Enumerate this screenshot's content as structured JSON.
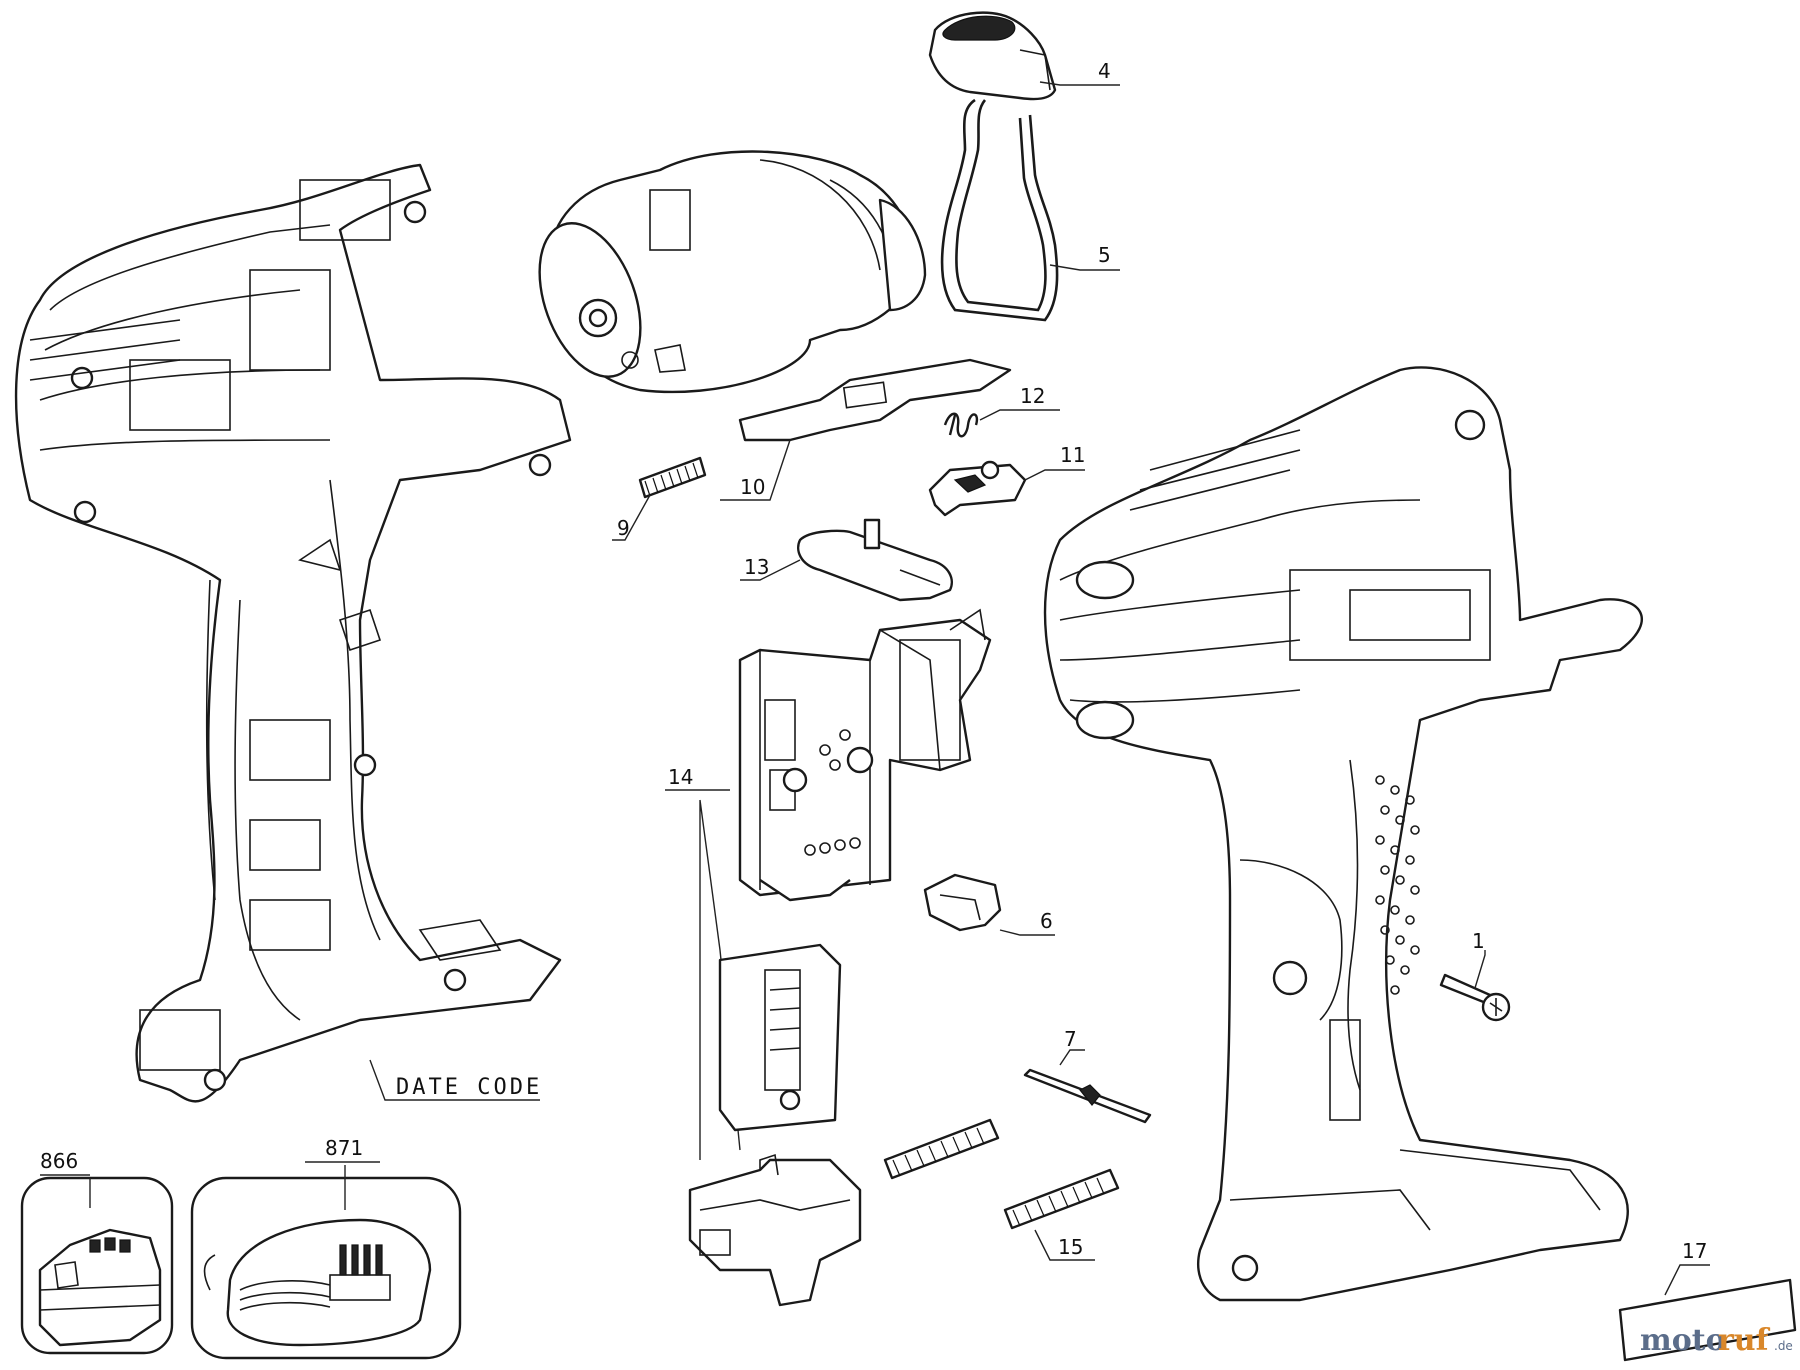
{
  "diagram": {
    "parts": [
      {
        "key": "p4",
        "number": "4"
      },
      {
        "key": "p5",
        "number": "5"
      },
      {
        "key": "p12",
        "number": "12"
      },
      {
        "key": "p11",
        "number": "11"
      },
      {
        "key": "p10",
        "number": "10"
      },
      {
        "key": "p9",
        "number": "9"
      },
      {
        "key": "p13",
        "number": "13"
      },
      {
        "key": "p14",
        "number": "14"
      },
      {
        "key": "p6",
        "number": "6"
      },
      {
        "key": "p1",
        "number": "1"
      },
      {
        "key": "p7",
        "number": "7"
      },
      {
        "key": "p15",
        "number": "15"
      },
      {
        "key": "p17",
        "number": "17"
      },
      {
        "key": "p866",
        "number": "866"
      },
      {
        "key": "p871",
        "number": "871"
      }
    ],
    "date_code_label": "DATE CODE"
  },
  "watermark": {
    "brand_a": "moto",
    "brand_b": "ruf",
    "tld": ".de",
    "colors": {
      "brand_a": "#5b6d8a",
      "brand_b": "#d9872a"
    }
  }
}
